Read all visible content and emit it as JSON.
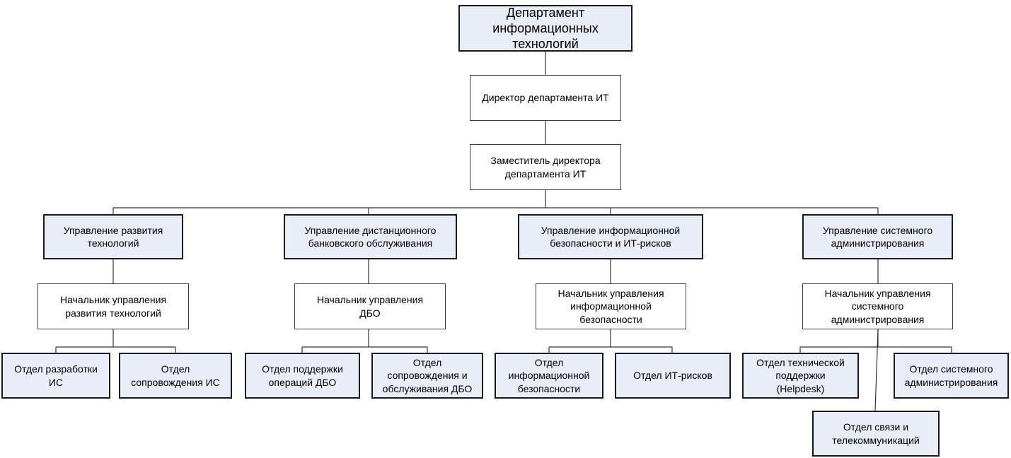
{
  "diagram": {
    "root": "Департамент\nинформационных\nтехнологий",
    "director": "Директор департамента ИТ",
    "deputy": "Заместитель директора\nдепартамента ИТ",
    "divisions": [
      {
        "title": "Управление развития\nтехнологий",
        "head": "Начальник управления\nразвития технологий",
        "departments": [
          "Отдел разработки\nИС",
          "Отдел\nсопровождения ИС"
        ]
      },
      {
        "title": "Управление дистанционного\nбанковского обслуживания",
        "head": "Начальник управления\nДБО",
        "departments": [
          "Отдел поддержки\nопераций ДБО",
          "Отдел\nсопровождения и\nобслуживания ДБО"
        ]
      },
      {
        "title": "Управление информационной\nбезопасности и ИТ-рисков",
        "head": "Начальник управления\nинформационной\nбезопасности",
        "departments": [
          "Отдел\nинформационной\nбезопасности",
          "Отдел ИТ-рисков"
        ]
      },
      {
        "title": "Управление системного\nадминистрирования",
        "head": "Начальник управления\nсистемного\nадминистрирования",
        "departments": [
          "Отдел технической\nподдержки\n(Helpdesk)",
          "Отдел системного\nадминистрирования",
          "Отдел связи и\nтелекоммуникаций"
        ]
      }
    ]
  }
}
